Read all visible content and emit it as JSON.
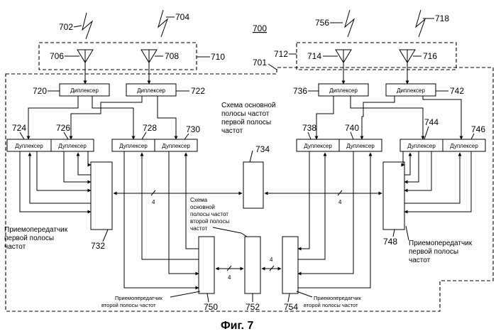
{
  "figure": {
    "caption": "Фиг. 7",
    "ref_main": "700",
    "ref_frame": "701",
    "ref_ant_left": "710",
    "ref_ant_right": "712"
  },
  "antennas": [
    {
      "ref": "706",
      "signal_ref": "702"
    },
    {
      "ref": "708",
      "signal_ref": "704"
    },
    {
      "ref": "714",
      "signal_ref": "756"
    },
    {
      "ref": "716",
      "signal_ref": "718"
    }
  ],
  "diplexers": [
    {
      "label": "Диплексер",
      "ref": "720"
    },
    {
      "label": "Диплексер",
      "ref": "722"
    },
    {
      "label": "Диплексер",
      "ref": "736"
    },
    {
      "label": "Диплексер",
      "ref": "742"
    }
  ],
  "duplexers": [
    {
      "label": "Дуплексер",
      "ref": "724"
    },
    {
      "label": "Дуплексер",
      "ref": "726"
    },
    {
      "label": "Дуплексер",
      "ref": "728"
    },
    {
      "label": "Дуплексер",
      "ref": "730"
    },
    {
      "label": "Дуплексер",
      "ref": "738"
    },
    {
      "label": "Дуплексер",
      "ref": "740"
    },
    {
      "label": "Дуплексер",
      "ref": "744"
    },
    {
      "label": "Дуплексер",
      "ref": "746"
    }
  ],
  "blocks": {
    "bb1_label_line1": "Схема основной",
    "bb1_label_line2": "полосы частот",
    "bb1_label_line3": "первой полосы",
    "bb1_label_line4": "частот",
    "bb1_ref": "734",
    "bb2_label_line1": "Схема",
    "bb2_label_line2": "основной",
    "bb2_label_line3": "полосы частот",
    "bb2_label_line4": "второй полосы",
    "bb2_label_line5": "частот",
    "bb2_ref": "752",
    "trx1_left_line1": "Приемопередатчик",
    "trx1_left_line2": "первой полосы",
    "trx1_left_line3": "частот",
    "trx1_left_ref": "732",
    "trx1_right_line1": "Приемопередатчик",
    "trx1_right_line2": "первой полосы",
    "trx1_right_line3": "частот",
    "trx1_right_ref": "748",
    "trx2_left_line1": "Приемопередатчик",
    "trx2_left_line2": "второй полосы частот",
    "trx2_left_ref": "750",
    "trx2_right_line1": "Приемопередатчик",
    "trx2_right_line2": "второй полосы частот",
    "trx2_right_ref": "754"
  },
  "bus_width": "4"
}
